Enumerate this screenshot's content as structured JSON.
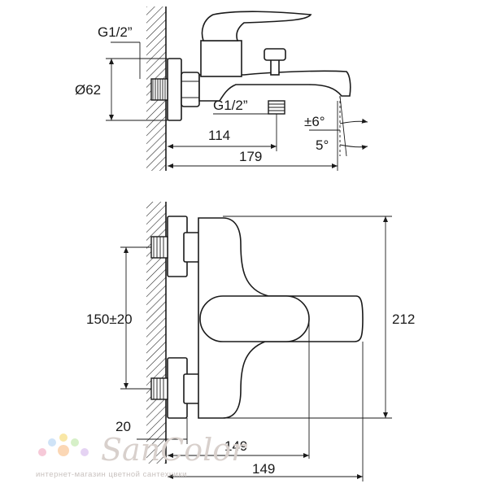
{
  "top_view": {
    "thread_top": "G1/2”",
    "diameter": "Ø62",
    "thread_outlet": "G1/2”",
    "angle_tilt": "±6°",
    "angle_spout": "5°",
    "dim_outlet": "114",
    "dim_total": "179"
  },
  "front_view": {
    "dim_height": "212",
    "dim_spacing": "150±20",
    "dim_wall": "20",
    "dim_depth_1": "149",
    "dim_depth_2": "149"
  },
  "watermark": {
    "logo": "SanColor",
    "tagline": "интернет-магазин цветной сантехники",
    "dot_colors": [
      "#f6c9d8",
      "#cfe3f7",
      "#f9e7a6",
      "#d6f0c8",
      "#e5d3f3",
      "#fbd7b5"
    ]
  }
}
